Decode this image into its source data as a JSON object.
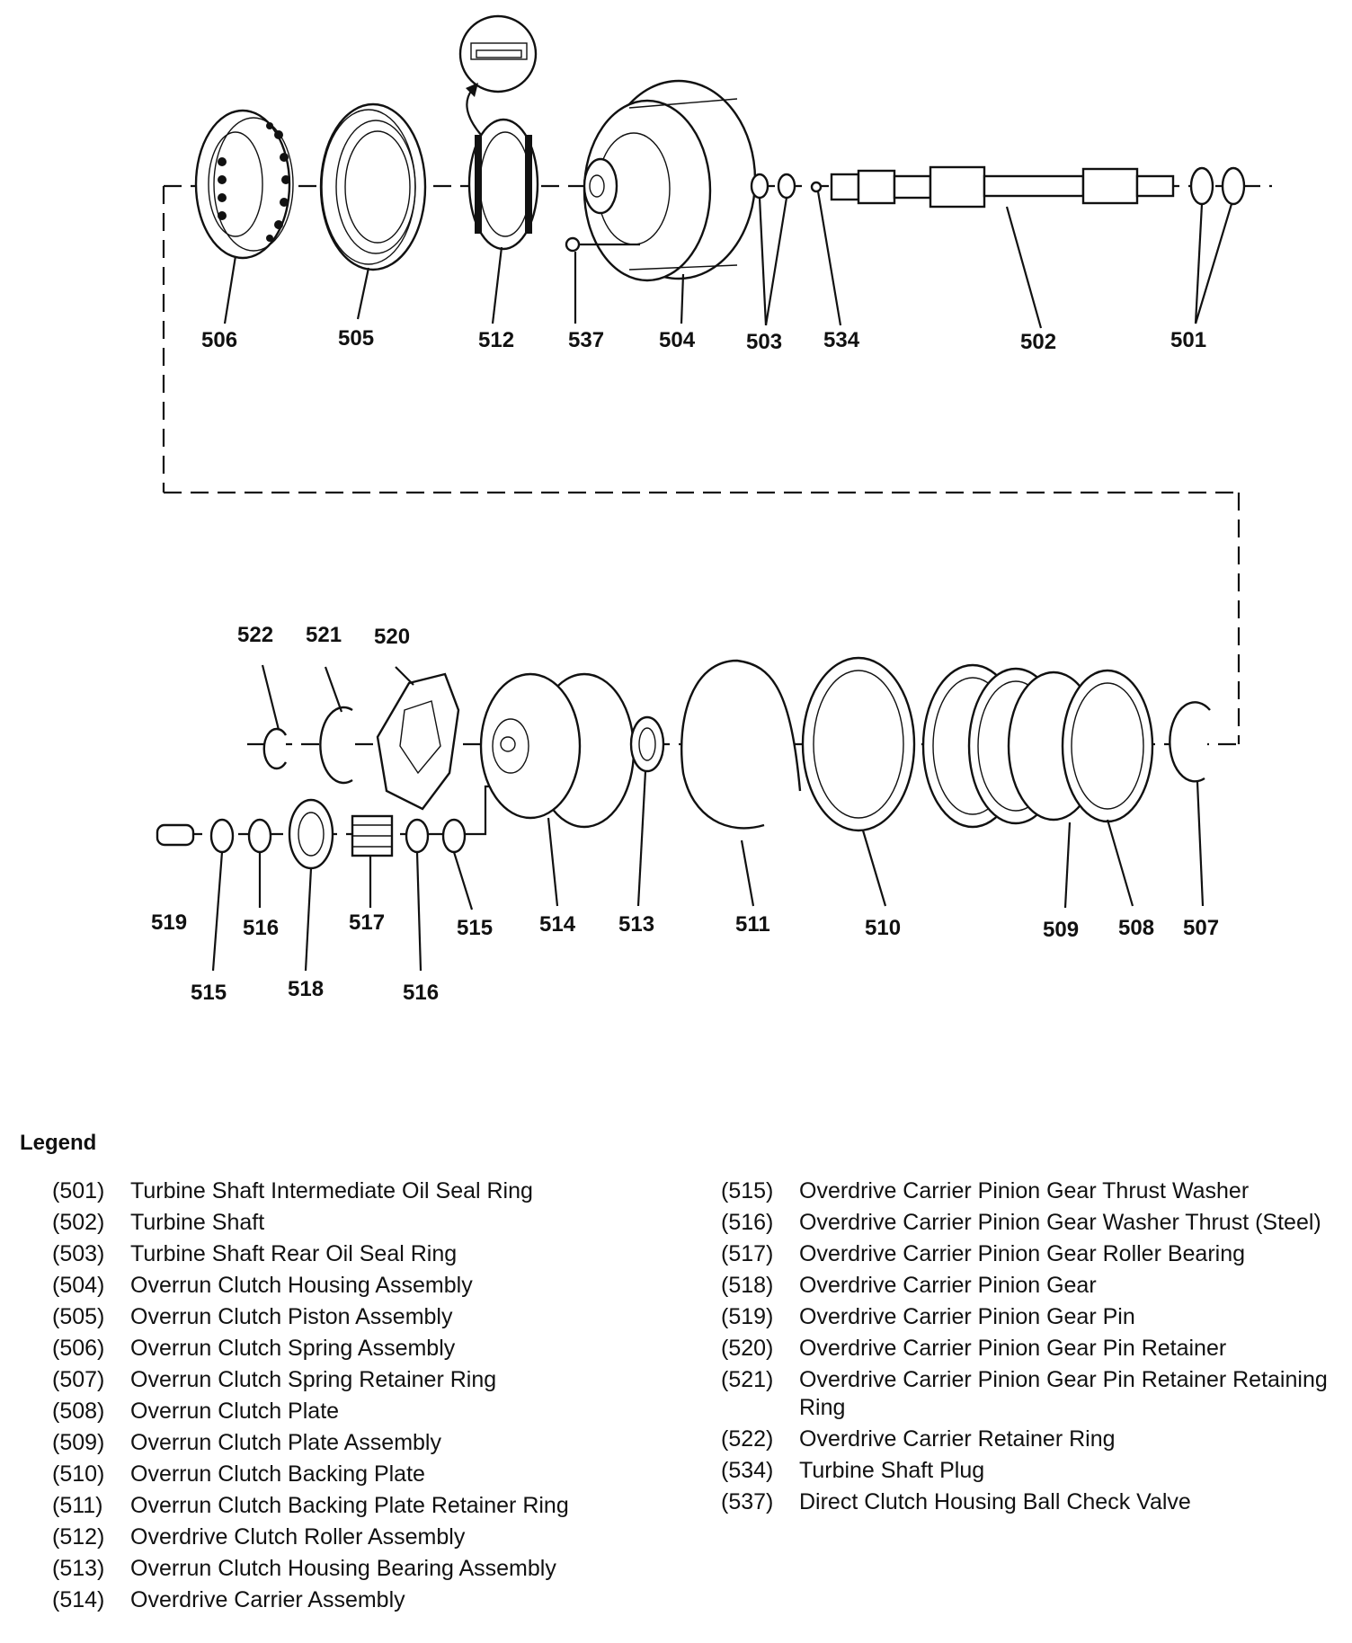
{
  "callouts": {
    "c501": "501",
    "c502": "502",
    "c503": "503",
    "c504": "504",
    "c505": "505",
    "c506": "506",
    "c512": "512",
    "c534": "534",
    "c537": "537",
    "c507": "507",
    "c508": "508",
    "c509": "509",
    "c510": "510",
    "c511": "511",
    "c513": "513",
    "c514": "514",
    "c515a": "515",
    "c515b": "515",
    "c516a": "516",
    "c516b": "516",
    "c517": "517",
    "c518": "518",
    "c519": "519",
    "c520": "520",
    "c521": "521",
    "c522": "522"
  },
  "legend": {
    "title": "Legend",
    "left": [
      {
        "num": "(501)",
        "text": "Turbine Shaft Intermediate Oil Seal Ring"
      },
      {
        "num": "(502)",
        "text": "Turbine Shaft"
      },
      {
        "num": "(503)",
        "text": "Turbine Shaft Rear Oil Seal Ring"
      },
      {
        "num": "(504)",
        "text": "Overrun Clutch Housing Assembly"
      },
      {
        "num": "(505)",
        "text": "Overrun Clutch Piston Assembly"
      },
      {
        "num": "(506)",
        "text": "Overrun Clutch Spring Assembly"
      },
      {
        "num": "(507)",
        "text": "Overrun Clutch Spring Retainer Ring"
      },
      {
        "num": "(508)",
        "text": "Overrun Clutch Plate"
      },
      {
        "num": "(509)",
        "text": "Overrun Clutch Plate Assembly"
      },
      {
        "num": "(510)",
        "text": "Overrun Clutch Backing Plate"
      },
      {
        "num": "(511)",
        "text": "Overrun Clutch Backing Plate Retainer Ring"
      },
      {
        "num": "(512)",
        "text": "Overdrive Clutch Roller Assembly"
      },
      {
        "num": "(513)",
        "text": "Overrun Clutch Housing Bearing Assembly"
      },
      {
        "num": "(514)",
        "text": "Overdrive Carrier Assembly"
      }
    ],
    "right": [
      {
        "num": "(515)",
        "text": "Overdrive Carrier Pinion Gear Thrust Washer"
      },
      {
        "num": "(516)",
        "text": "Overdrive Carrier Pinion Gear Washer Thrust (Steel)"
      },
      {
        "num": "(517)",
        "text": "Overdrive Carrier Pinion Gear Roller Bearing"
      },
      {
        "num": "(518)",
        "text": "Overdrive Carrier Pinion Gear"
      },
      {
        "num": "(519)",
        "text": "Overdrive Carrier Pinion Gear Pin"
      },
      {
        "num": "(520)",
        "text": "Overdrive Carrier Pinion Gear Pin Retainer"
      },
      {
        "num": "(521)",
        "text": "Overdrive Carrier Pinion Gear Pin Retainer Retaining Ring"
      },
      {
        "num": "(522)",
        "text": "Overdrive Carrier Retainer Ring"
      },
      {
        "num": "(534)",
        "text": "Turbine Shaft Plug"
      },
      {
        "num": "(537)",
        "text": "Direct Clutch Housing Ball Check Valve"
      }
    ]
  }
}
